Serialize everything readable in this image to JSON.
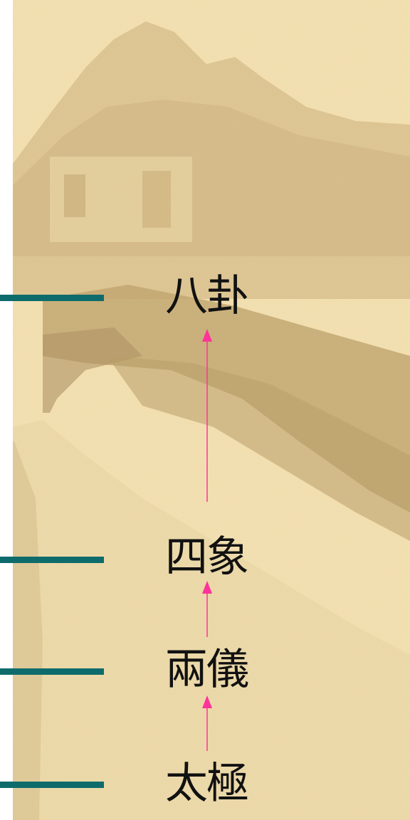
{
  "stages": [
    {
      "key": "bagua",
      "label": "八卦"
    },
    {
      "key": "sixiang",
      "label": "四象"
    },
    {
      "key": "liangyi",
      "label": "兩儀"
    },
    {
      "key": "taiji",
      "label": "太極"
    }
  ],
  "colors": {
    "background": "#f6e3b4",
    "bar": "#0e6b6b",
    "arrow": "#ff3399",
    "text": "#111111"
  }
}
